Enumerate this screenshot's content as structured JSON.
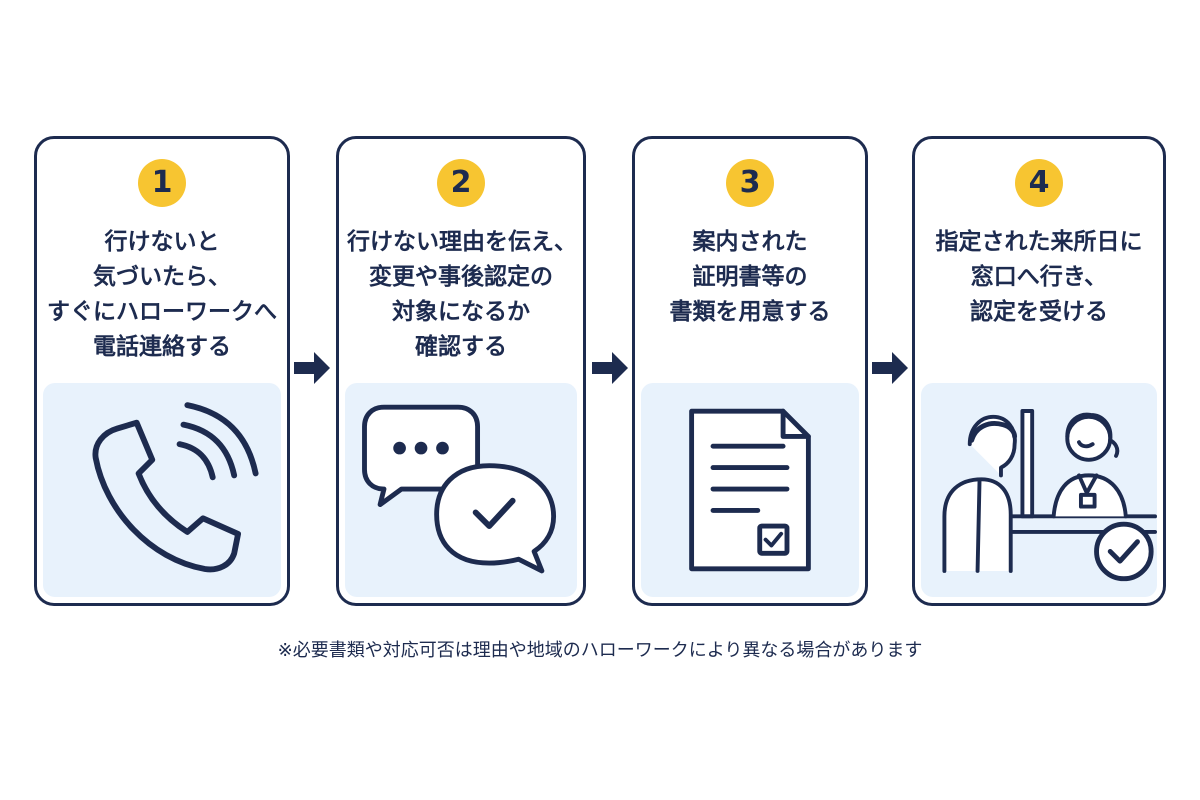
{
  "steps": [
    {
      "number": "1",
      "lines": [
        "行けないと",
        "気づいたら、",
        "すぐにハローワークへ",
        "電話連絡する"
      ],
      "illustration": "phone-icon"
    },
    {
      "number": "2",
      "lines": [
        "行けない理由を伝え、",
        "変更や事後認定の",
        "対象になるか",
        "確認する"
      ],
      "illustration": "chat-bubbles-icon"
    },
    {
      "number": "3",
      "lines": [
        "案内された",
        "証明書等の",
        "書類を用意する"
      ],
      "illustration": "document-icon"
    },
    {
      "number": "4",
      "lines": [
        "指定された来所日に",
        "窓口へ行き、",
        "認定を受ける"
      ],
      "illustration": "counter-reception-icon"
    }
  ],
  "note": "※必要書類や対応可否は理由や地域のハローワークにより異なる場合があります",
  "colors": {
    "border": "#1d2b4f",
    "badge": "#f7c531",
    "panel": "#e8f2fc",
    "arrow": "#1d2b4f"
  }
}
